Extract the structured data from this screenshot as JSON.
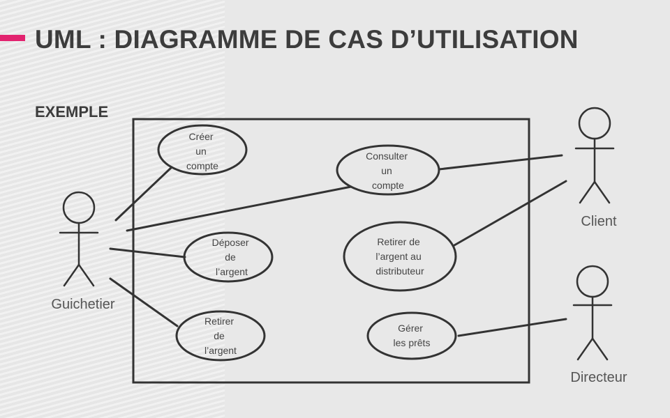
{
  "header": {
    "title": "UML : DIAGRAMME DE CAS D’UTILISATION",
    "subtitle": "EXEMPLE",
    "accent_color": "#e2236f"
  },
  "diagram": {
    "actors": [
      {
        "id": "guichetier",
        "label": "Guichetier"
      },
      {
        "id": "client",
        "label": "Client"
      },
      {
        "id": "directeur",
        "label": "Directeur"
      }
    ],
    "use_cases": [
      {
        "id": "creer-compte",
        "lines": [
          "Créer",
          "un",
          "compte"
        ]
      },
      {
        "id": "consulter-compte",
        "lines": [
          "Consulter",
          "un",
          "compte"
        ]
      },
      {
        "id": "deposer-argent",
        "lines": [
          "Déposer",
          "de",
          "l’argent"
        ]
      },
      {
        "id": "retirer-distributeur",
        "lines": [
          "Retirer de",
          "l’argent au",
          "distributeur"
        ]
      },
      {
        "id": "retirer-argent",
        "lines": [
          "Retirer",
          "de",
          "l’argent"
        ]
      },
      {
        "id": "gerer-prets",
        "lines": [
          "Gérer",
          "les prêts"
        ]
      }
    ],
    "associations": [
      {
        "from": "guichetier",
        "to": "creer-compte"
      },
      {
        "from": "guichetier",
        "to": "consulter-compte"
      },
      {
        "from": "guichetier",
        "to": "deposer-argent"
      },
      {
        "from": "guichetier",
        "to": "retirer-argent"
      },
      {
        "from": "client",
        "to": "consulter-compte"
      },
      {
        "from": "client",
        "to": "retirer-distributeur"
      },
      {
        "from": "directeur",
        "to": "gerer-prets"
      }
    ]
  }
}
